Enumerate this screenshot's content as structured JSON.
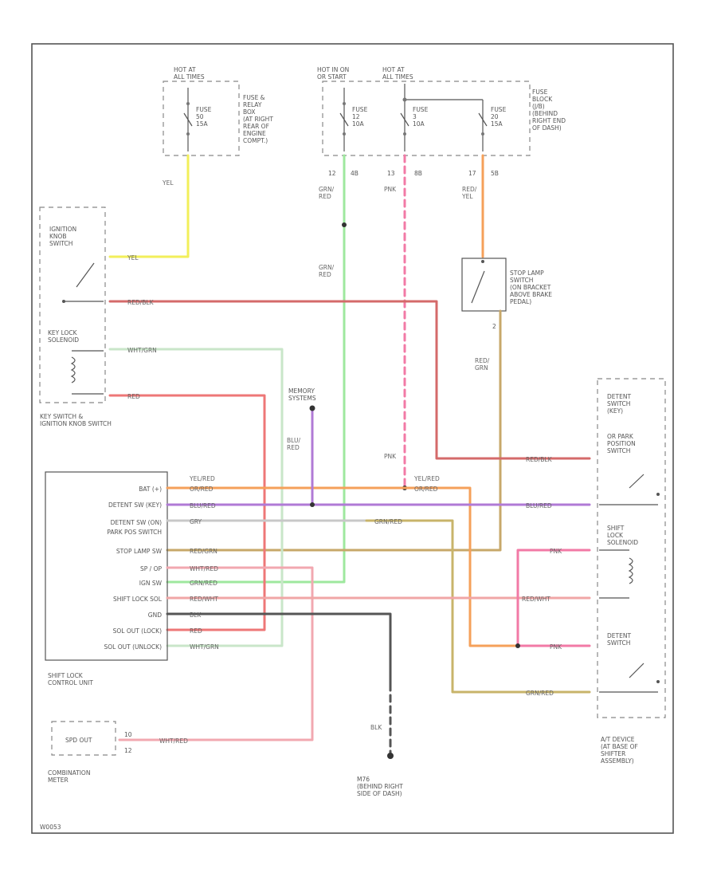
{
  "colors": {
    "yel": "#f2ef5a",
    "red_blk": "#d46a6a",
    "wht_grn": "#c9e6c9",
    "red": "#ee7777",
    "grn_red": "#9ee89e",
    "pnk": "#f27aa6",
    "red_yel": "#f5a05a",
    "red_grn": "#c7a86a",
    "blu_red": "#b07ad6",
    "gry": "#c8c8c8",
    "wht_red": "#f2a8b0",
    "grn_red_b": "#c8b46a",
    "red_wht": "#f0a6a6",
    "blk": "#555555"
  },
  "fuses": {
    "hot1": "HOT AT\nALL TIMES",
    "hot2": "HOT IN ON\nOR START",
    "hot3": "HOT AT\nALL TIMES",
    "fuse1": "FUSE\n50\n15A",
    "fuse2": "FUSE\n12\n10A",
    "fuse3": "FUSE\n3\n10A",
    "fuse4": "FUSE\n20\n15A",
    "relay_box": "FUSE &\nRELAY\nBOX\n(AT RIGHT\nREAR OF\nENGINE\nCOMPT.)",
    "fuse_block": "FUSE\nBLOCK\n(J/B)\n(BEHIND\nRIGHT END\nOF DASH)"
  },
  "connectors": {
    "c12": "12",
    "c4b": "4B",
    "c13": "13",
    "c8b": "8B",
    "c17": "17",
    "c5b": "5B"
  },
  "left": {
    "ign_switch": "IGNITION\nKNOB\nSWITCH",
    "key_lock": "KEY LOCK\nSOLENOID",
    "key_switch": "KEY SWITCH &\nIGNITION KNOB SWITCH",
    "slcu_title": "SHIFT LOCK\nCONTROL UNIT",
    "combo": "COMBINATION\nMETER",
    "spd_out": "SPD OUT",
    "pin_10": "10",
    "pin_12": "12"
  },
  "slcu_pins": [
    "BAT (+)",
    "DETENT SW (KEY)",
    "DETENT SW (ON)",
    "PARK POS SWITCH",
    "STOP LAMP SW",
    "SP / OP",
    "IGN SW",
    "SHIFT LOCK SOL",
    "GND",
    "SOL OUT (LOCK)",
    "SOL OUT (UNLOCK)"
  ],
  "wires": {
    "yel": "YEL",
    "red_blk": "RED/BLK",
    "wht_grn": "WHT/GRN",
    "red": "RED",
    "grn_red": "GRN/\nRED",
    "pnk": "PNK",
    "red_yel": "RED/\nYEL",
    "red_grn": "RED/\nGRN",
    "blu_red": "BLU/\nRED",
    "yel_red": "YEL/RED",
    "or_red": "OR/RED",
    "blu_red_h": "BLU/RED",
    "gry": "GRY",
    "red_grn_h": "RED/GRN",
    "wht_red": "WHT/RED",
    "grn_red_h": "GRN/RED",
    "red_wht": "RED/WHT",
    "blk": "BLK",
    "pnk_h": "PNK"
  },
  "right": {
    "stop_lamp": "STOP LAMP\nSWITCH\n(ON BRACKET\nABOVE BRAKE\nPEDAL)",
    "detent_key": "DETENT\nSWITCH\n(KEY)",
    "park_pos": "OR PARK\nPOSITION\nSWITCH",
    "shift_lock_sol": "SHIFT\nLOCK\nSOLENOID",
    "detent_sw": "DETENT\nSWITCH",
    "at_device": "A/T DEVICE\n(AT BASE OF\nSHIFTER\nASSEMBLY)"
  },
  "misc": {
    "memory": "MEMORY\nSYSTEMS",
    "ground": "M76\n(BEHIND RIGHT\nSIDE OF DASH)",
    "code": "W0053"
  }
}
